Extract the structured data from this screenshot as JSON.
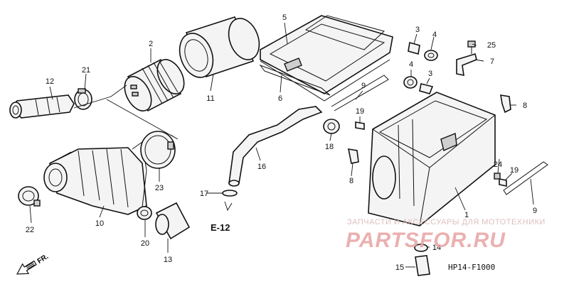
{
  "callouts": {
    "p1": "1",
    "p2": "2",
    "p3a": "3",
    "p3b": "3",
    "p4a": "4",
    "p4b": "4",
    "p5": "5",
    "p6": "6",
    "p7": "7",
    "p8a": "8",
    "p8b": "8",
    "p9a": "9",
    "p9b": "9",
    "p10": "10",
    "p11": "11",
    "p12": "12",
    "p13": "13",
    "p14": "14",
    "p15": "15",
    "p16": "16",
    "p17": "17",
    "p18": "18",
    "p19a": "19",
    "p19b": "19",
    "p20": "20",
    "p21": "21",
    "p22": "22",
    "p23": "23",
    "p24": "24",
    "p25": "25"
  },
  "reference": "E-12",
  "direction": "FR.",
  "diagram_code": "HP14-F1000",
  "watermark": {
    "tagline": "ЗАПЧАСТИ И АКСЕССУАРЫ ДЛЯ МОТОТЕХНИКИ",
    "brand_part1": "PARTS",
    "brand_part2": "FOR.RU",
    "colors": {
      "primary": "#e8a3a3",
      "secondary": "#c9c9c9"
    }
  }
}
